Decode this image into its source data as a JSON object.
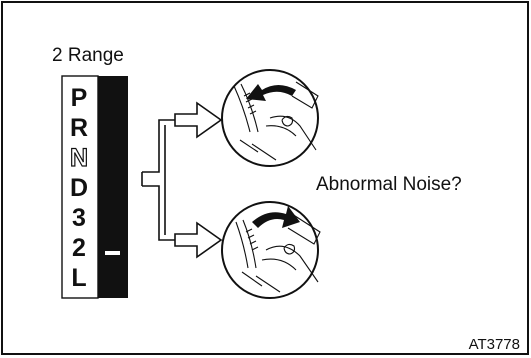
{
  "title": "2 Range",
  "gear_positions": [
    "P",
    "R",
    "N",
    "D",
    "3",
    "2",
    "L"
  ],
  "selected_gear": "2",
  "question_label": "Abnormal Noise?",
  "reference_code": "AT3778",
  "upper_detail_arrow": "counter-clockwise",
  "lower_detail_arrow": "clockwise"
}
